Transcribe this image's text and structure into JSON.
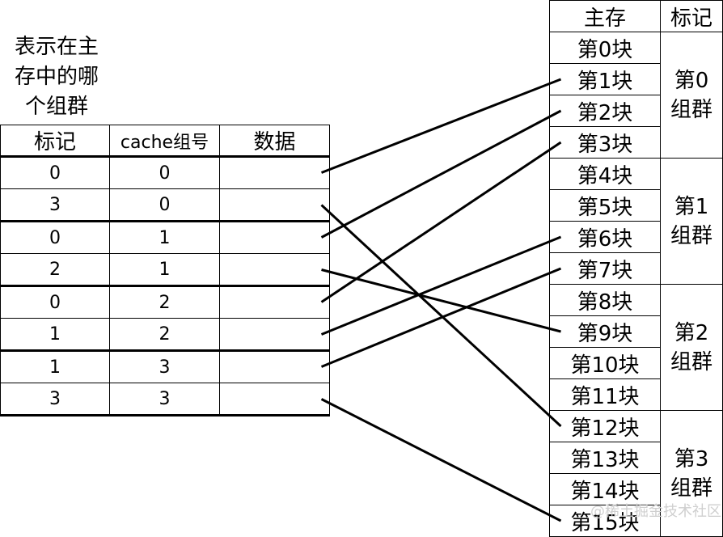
{
  "note": [
    "表示在主",
    "存中的哪",
    "个组群"
  ],
  "cache_table": {
    "headers": [
      "标记",
      "cache组号",
      "数据"
    ],
    "rows": [
      {
        "tag": "0",
        "group": "0",
        "data": ""
      },
      {
        "tag": "3",
        "group": "0",
        "data": ""
      },
      {
        "tag": "0",
        "group": "1",
        "data": ""
      },
      {
        "tag": "2",
        "group": "1",
        "data": ""
      },
      {
        "tag": "0",
        "group": "2",
        "data": ""
      },
      {
        "tag": "1",
        "group": "2",
        "data": ""
      },
      {
        "tag": "1",
        "group": "3",
        "data": ""
      },
      {
        "tag": "3",
        "group": "3",
        "data": ""
      }
    ]
  },
  "memory_table": {
    "headers": [
      "主存",
      "标记"
    ],
    "blocks": [
      "第0块",
      "第1块",
      "第2块",
      "第3块",
      "第4块",
      "第5块",
      "第6块",
      "第7块",
      "第8块",
      "第9块",
      "第10块",
      "第11块",
      "第12块",
      "第13块",
      "第14块",
      "第15块"
    ],
    "groups": [
      {
        "line1": "第0",
        "line2": "组群"
      },
      {
        "line1": "第1",
        "line2": "组群"
      },
      {
        "line1": "第2",
        "line2": "组群"
      },
      {
        "line1": "第3",
        "line2": "组群"
      }
    ]
  },
  "mappings": [
    {
      "cache_row": 0,
      "block": 1
    },
    {
      "cache_row": 1,
      "block": 12
    },
    {
      "cache_row": 2,
      "block": 2
    },
    {
      "cache_row": 3,
      "block": 9
    },
    {
      "cache_row": 4,
      "block": 3
    },
    {
      "cache_row": 5,
      "block": 6
    },
    {
      "cache_row": 6,
      "block": 7
    },
    {
      "cache_row": 7,
      "block": 15
    }
  ],
  "watermark": "@稀土掘金技术社区"
}
